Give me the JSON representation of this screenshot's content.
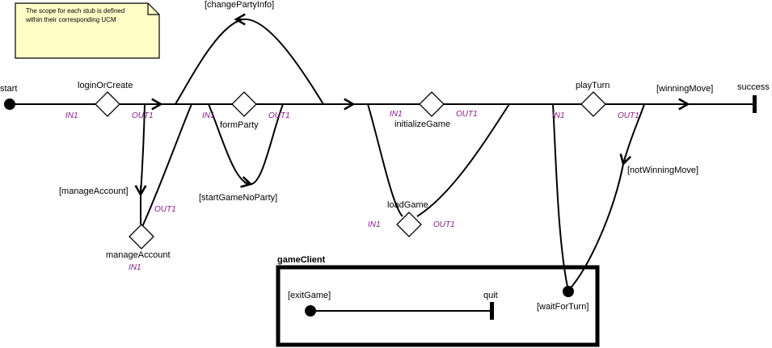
{
  "note": {
    "line1": "The scope for each stub is defined",
    "line2": "within their corresponding UCM"
  },
  "start": {
    "label": "start"
  },
  "end": {
    "label": "success"
  },
  "stubs": {
    "loginOrCreate": {
      "label": "loginOrCreate",
      "in": "IN1",
      "out": "OUT1"
    },
    "manageAccount": {
      "label": "manageAccount",
      "in": "IN1",
      "out": "OUT1"
    },
    "formParty": {
      "label": "formParty",
      "in": "IN1",
      "out": "OUT1"
    },
    "initializeGame": {
      "label": "initializeGame",
      "in": "IN1",
      "out": "OUT1"
    },
    "loadGame": {
      "label": "loadGame",
      "in": "IN1",
      "out": "OUT1"
    },
    "playTurn": {
      "label": "playTurn",
      "in": "IN1",
      "out": "OUT1"
    }
  },
  "conditions": {
    "changePartyInfo": "[changePartyInfo]",
    "manageAccount": "[manageAccount]",
    "startGameNoParty": "[startGameNoParty]",
    "winningMove": "[winningMove]",
    "notWinningMove": "[notWinningMove]"
  },
  "component": {
    "title": "gameClient",
    "exitGame": "[exitGame]",
    "quit": "quit",
    "waitForTurn": "[waitForTurn]"
  }
}
